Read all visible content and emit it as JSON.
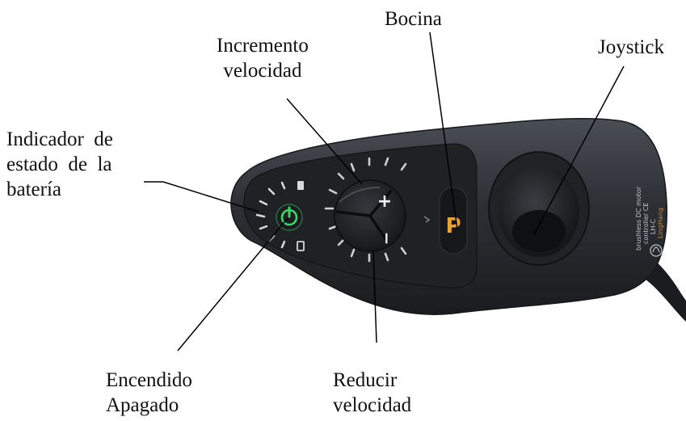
{
  "labels": {
    "battery": [
      "Indicador  de",
      "estado  de  la",
      "batería"
    ],
    "speed_up": [
      "Incremento",
      "velocidad"
    ],
    "horn": "Bocina",
    "joystick": "Joystick",
    "power": [
      "Encendido",
      "Apagado"
    ],
    "speed_down": [
      "Reducir",
      "velocidad"
    ]
  },
  "device": {
    "plus_symbol": "+",
    "minus_symbol": "−",
    "horn_symbol": "P",
    "brand_line_1": "brushless DC motor",
    "brand_line_2": "controller  CE",
    "brand_line_3": "LH-C",
    "brand_line_4": "LingHang"
  },
  "colors": {
    "body": "#2b2e33",
    "panel": "#1e2024",
    "power_green": "#3dd66b",
    "horn_amber": "#e8a43a",
    "tick": "#d7dde0",
    "leader": "#000000"
  }
}
